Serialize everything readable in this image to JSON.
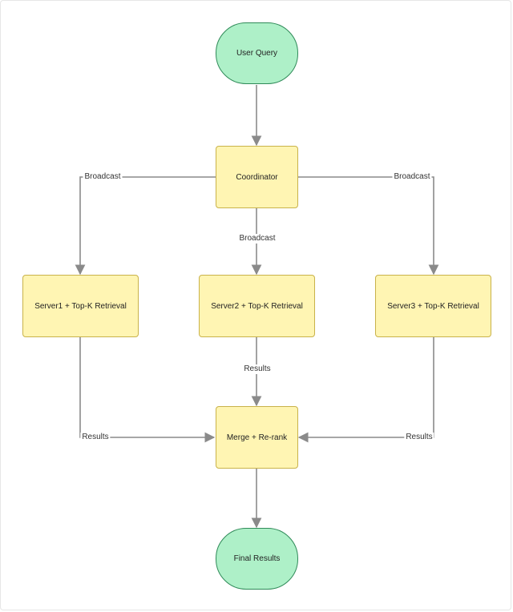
{
  "nodes": {
    "user_query": "User Query",
    "coordinator": "Coordinator",
    "server1": "Server1 + Top-K Retrieval",
    "server2": "Server2 + Top-K Retrieval",
    "server3": "Server3 + Top-K Retrieval",
    "merge": "Merge + Re-rank",
    "final_results": "Final Results"
  },
  "edges": {
    "broadcast_left": "Broadcast",
    "broadcast_center": "Broadcast",
    "broadcast_right": "Broadcast",
    "results_left": "Results",
    "results_center": "Results",
    "results_right": "Results"
  },
  "colors": {
    "process_fill": "#fff5b3",
    "process_border": "#c9b24a",
    "terminal_fill": "#aef0c8",
    "terminal_border": "#2f8a58",
    "edge": "#8a8a8a"
  }
}
